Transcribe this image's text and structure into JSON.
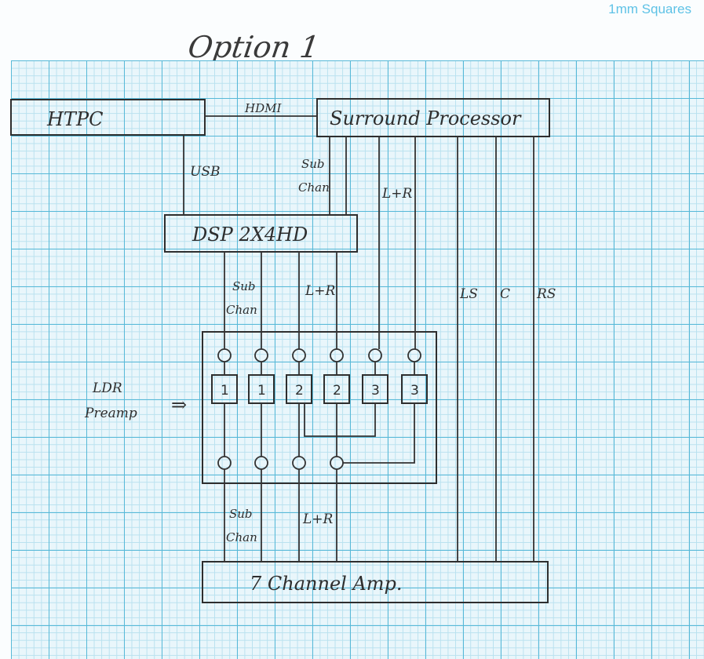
{
  "paper_label": "1mm Squares",
  "title": "Option 1",
  "blocks": {
    "htpc": "HTPC",
    "surround": "Surround Processor",
    "dsp": "DSP 2X4HD",
    "ldr": [
      "LDR",
      "Preamp"
    ],
    "amp": "7 Channel Amp."
  },
  "connections": {
    "hdmi": "HDMI",
    "usb": "USB",
    "sub_chan": [
      "Sub",
      "Chan"
    ],
    "lr": "L+R",
    "ls": "LS",
    "c": "C",
    "rs": "RS"
  },
  "ldr_channels": [
    "1",
    "1",
    "2",
    "2",
    "3",
    "3"
  ],
  "arrow": "⇒"
}
